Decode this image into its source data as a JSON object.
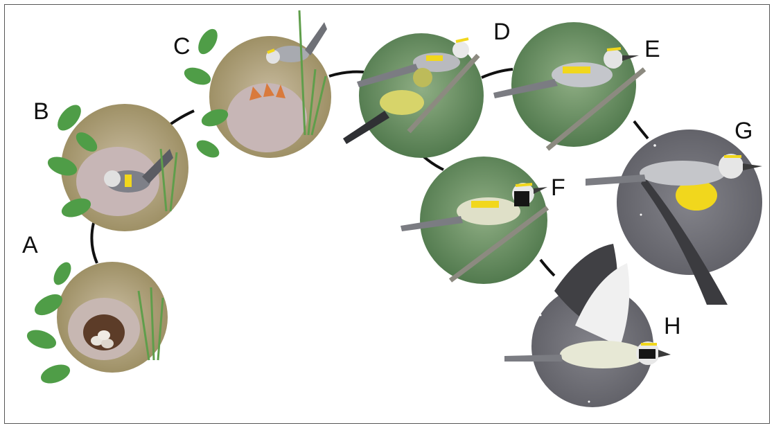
{
  "stages": [
    {
      "label": "A",
      "scene": "nest-eggs",
      "color": "#b7ab82"
    },
    {
      "label": "B",
      "scene": "nest-brooding",
      "color": "#b7ab82"
    },
    {
      "label": "C",
      "scene": "nest-feeding-chicks",
      "color": "#b7ab82"
    },
    {
      "label": "D",
      "scene": "fledgling-fed-by-adult",
      "color": "#5f8a5c"
    },
    {
      "label": "E",
      "scene": "adult-female-perched",
      "color": "#5f8a5c"
    },
    {
      "label": "F",
      "scene": "adult-male-perched",
      "color": "#5f8a5c"
    },
    {
      "label": "G",
      "scene": "female-in-flight",
      "color": "#6e6e73"
    },
    {
      "label": "H",
      "scene": "male-in-flight",
      "color": "#6e6e73"
    }
  ]
}
